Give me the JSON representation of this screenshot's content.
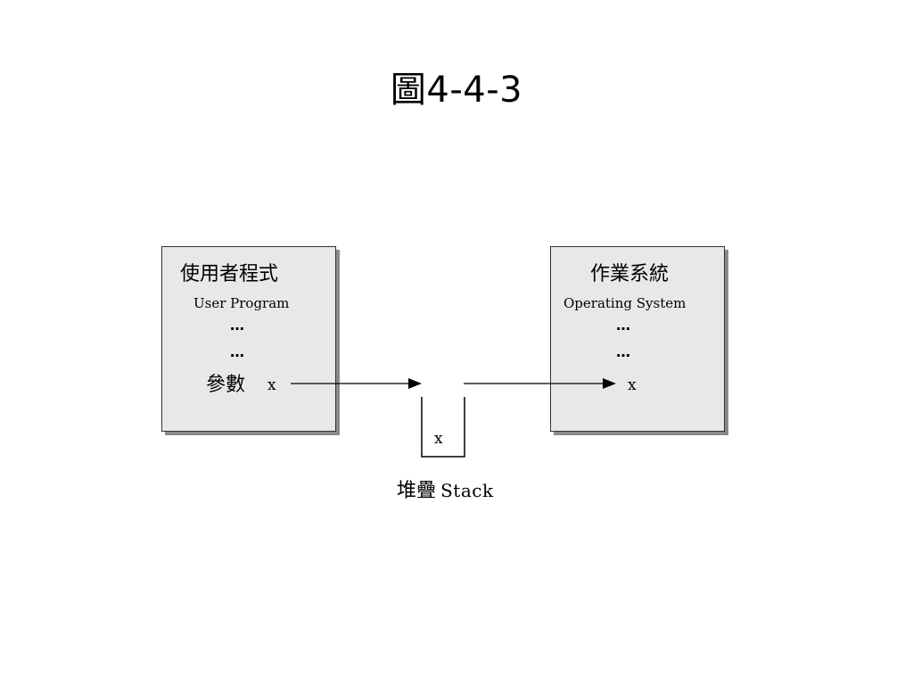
{
  "title": "圖4-4-3",
  "user_program": {
    "title_zh": "使用者程式",
    "title_en": "User Program",
    "ellipsis": [
      "…",
      "…"
    ],
    "param_label": "參數",
    "param_var": "x"
  },
  "operating_system": {
    "title_zh": "作業系統",
    "title_en": "Operating System",
    "ellipsis": [
      "…",
      "…"
    ],
    "param_var": "x"
  },
  "stack": {
    "content": "x",
    "label_zh": "堆疊",
    "label_en": "Stack"
  }
}
